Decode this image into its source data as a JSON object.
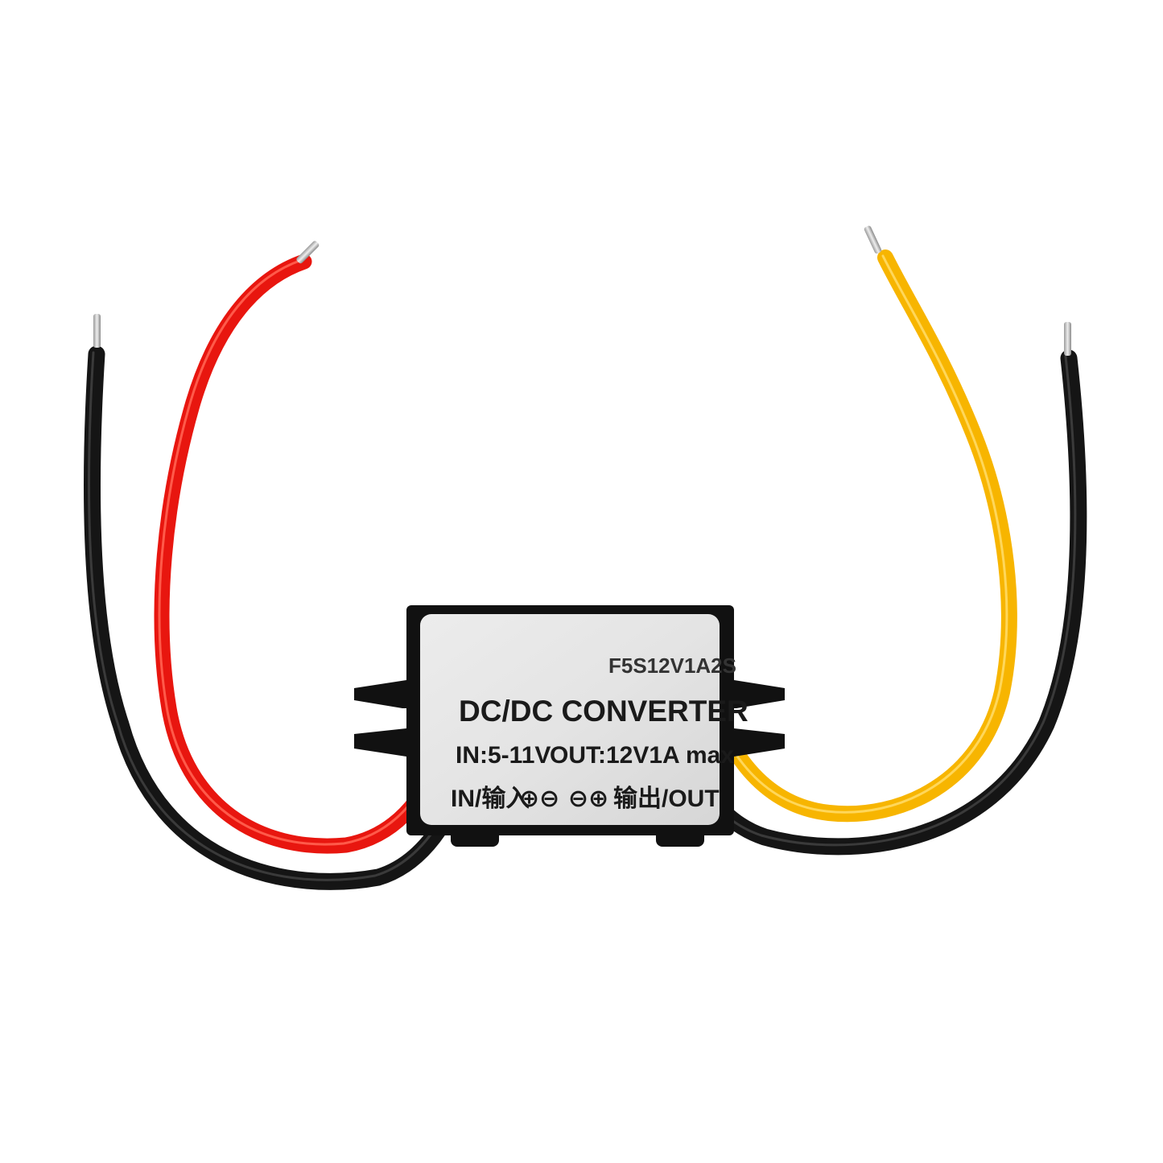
{
  "product": {
    "model": "F5S12V1A2S",
    "title": "DC/DC CONVERTER",
    "input_spec": "IN:5-11V",
    "output_spec": "OUT:12V1A max",
    "terminal_in": "IN/输入",
    "terminal_in_symbols": "⊕⊖",
    "terminal_out_symbols": "⊖⊕",
    "terminal_out": "输出/OUT"
  },
  "colors": {
    "background": "#ffffff",
    "housing": "#111111",
    "label": "#e6e6e6",
    "wire_black": "#151515",
    "wire_red": "#e8160f",
    "wire_yellow": "#f7b500",
    "wire_tip": "#c9c9c9"
  }
}
